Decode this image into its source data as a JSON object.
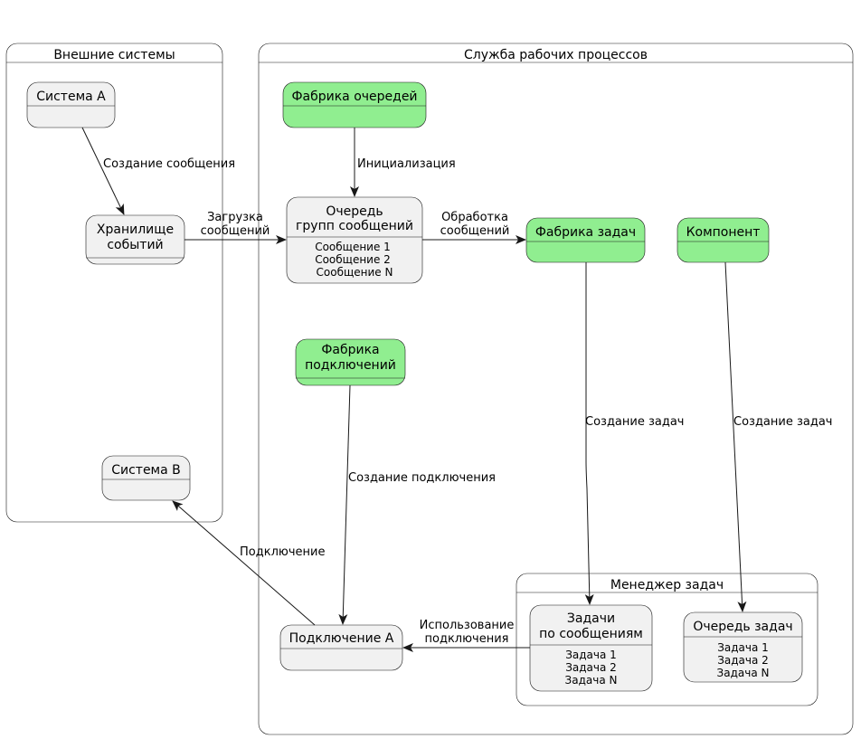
{
  "containers": {
    "external": "Внешние системы",
    "service": "Служба рабочих процессов",
    "manager": "Менеджер задач"
  },
  "nodes": {
    "system_a": "Система A",
    "storage": [
      "Хранилище",
      "событий"
    ],
    "system_b": "Система B",
    "queue_factory": "Фабрика очередей",
    "msg_queue": {
      "title": [
        "Очередь",
        "групп сообщений"
      ],
      "items": [
        "Сообщение 1",
        "Сообщение 2",
        "Сообщение N"
      ]
    },
    "task_factory": "Фабрика задач",
    "component": "Компонент",
    "conn_factory": [
      "Фабрика",
      "подключений"
    ],
    "connection_a": "Подключение A",
    "msg_tasks": {
      "title": [
        "Задачи",
        "по сообщениям"
      ],
      "items": [
        "Задача 1",
        "Задача 2",
        "Задача N"
      ]
    },
    "task_queue": {
      "title": "Очередь задач",
      "items": [
        "Задача 1",
        "Задача 2",
        "Задача N"
      ]
    }
  },
  "edges": {
    "create_message": "Создание сообщения",
    "load_messages": [
      "Загрузка",
      "сообщений"
    ],
    "init": "Инициализация",
    "process_messages": [
      "Обработка",
      "сообщений"
    ],
    "create_tasks_1": "Создание задач",
    "create_tasks_2": "Создание задач",
    "create_connection": "Создание подключения",
    "connection": "Подключение",
    "use_connection": [
      "Использование",
      "подключения"
    ]
  },
  "colors": {
    "node_fill": "#f1f1f1",
    "highlight_fill": "#90ee90",
    "line": "#181818"
  }
}
